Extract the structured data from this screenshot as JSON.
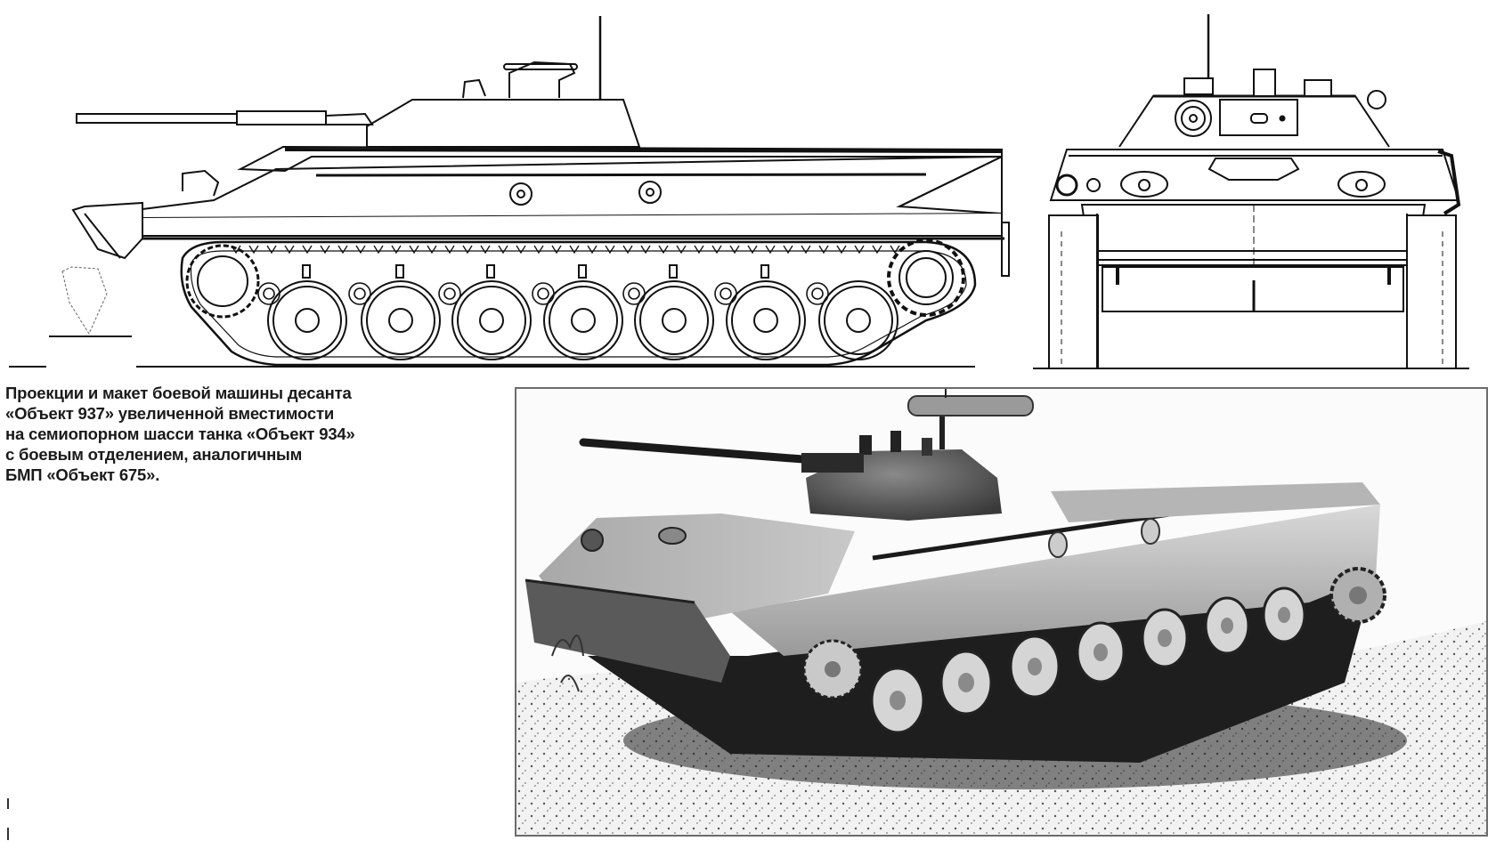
{
  "page": {
    "background": "#ffffff",
    "ink_color": "#111111"
  },
  "figures": {
    "side_view": {
      "label": "side-elevation-drawing",
      "road_wheels": 7,
      "return_rollers": 6
    },
    "front_view": {
      "label": "front-elevation-drawing"
    },
    "photo": {
      "label": "model-photograph",
      "road_wheels": 7
    }
  },
  "caption": {
    "lines": [
      "Проекции и макет боевой машины десанта",
      "«Объект 937» увеличенной вместимости",
      "на семиопорном шасси танка «Объект 934»",
      "с боевым отделением, аналогичным",
      "БМП «Объект 675»."
    ]
  }
}
